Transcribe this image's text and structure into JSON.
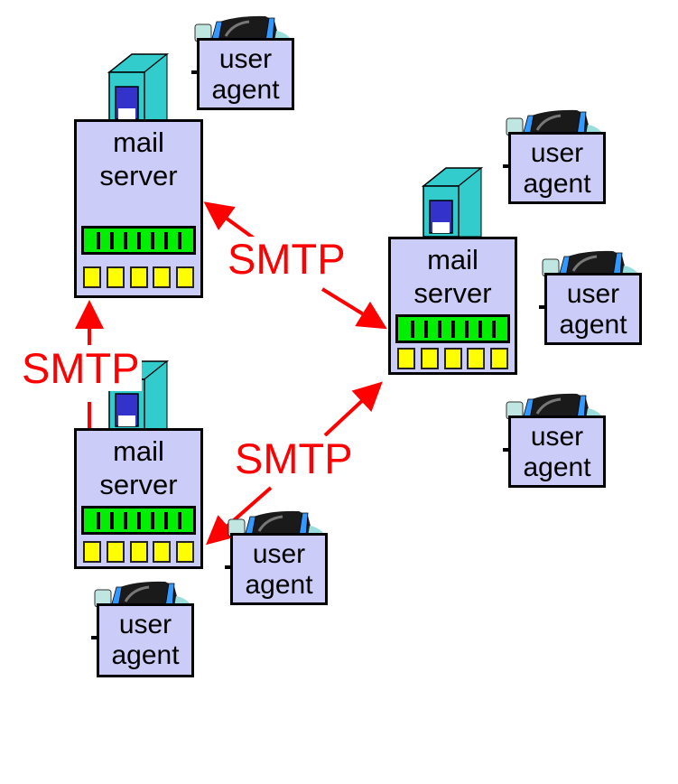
{
  "diagram": {
    "title": "",
    "colors": {
      "server_fill": "#ccccf8",
      "tower": "#33cccc",
      "tower_window": "#3333cc",
      "panel_green": "#00ee00",
      "slot_yellow": "#ffff00",
      "arrow_red": "#ff0000"
    },
    "servers": [
      {
        "id": "server-1",
        "line1": "mail",
        "line2": "server"
      },
      {
        "id": "server-2",
        "line1": "mail",
        "line2": "server"
      },
      {
        "id": "server-3",
        "line1": "mail",
        "line2": "server"
      }
    ],
    "user_agents": [
      {
        "line1": "user",
        "line2": "agent",
        "server": "server-1"
      },
      {
        "line1": "user",
        "line2": "agent",
        "server": "server-2"
      },
      {
        "line1": "user",
        "line2": "agent",
        "server": "server-2"
      },
      {
        "line1": "user",
        "line2": "agent",
        "server": "server-2"
      },
      {
        "line1": "user",
        "line2": "agent",
        "server": "server-3"
      },
      {
        "line1": "user",
        "line2": "agent",
        "server": "server-3"
      }
    ],
    "connections": [
      {
        "from": "server-1",
        "to": "server-2",
        "label": "SMTP",
        "bidirectional": true
      },
      {
        "from": "server-1",
        "to": "server-3",
        "label": "SMTP",
        "bidirectional": true
      },
      {
        "from": "server-3",
        "to": "server-2",
        "label": "SMTP",
        "bidirectional": true
      }
    ]
  }
}
